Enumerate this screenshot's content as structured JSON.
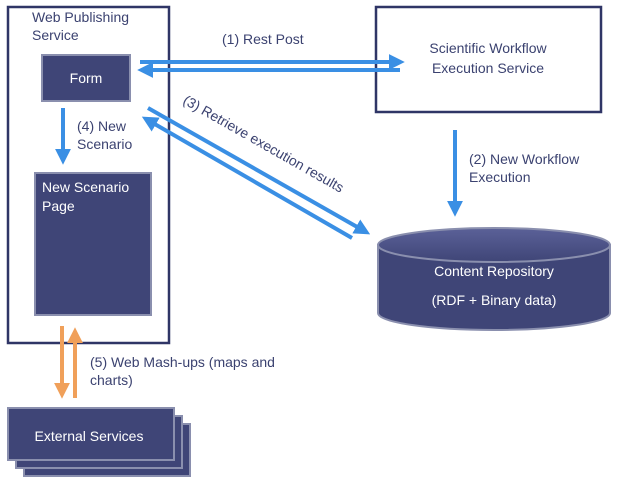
{
  "nodes": {
    "web_publishing_service": {
      "line1": "Web Publishing",
      "line2": "Service"
    },
    "form": {
      "label": "Form"
    },
    "new_scenario_page": {
      "line1": "New Scenario",
      "line2": "Page"
    },
    "scientific_workflow": {
      "line1": "Scientific Workflow",
      "line2": "Execution Service"
    },
    "content_repository": {
      "line1": "Content Repository",
      "line2": "(RDF + Binary data)"
    },
    "external_services": {
      "label": "External Services"
    }
  },
  "edges": {
    "rest_post": {
      "label": "(1) Rest Post"
    },
    "new_workflow_execution": {
      "line1": "(2) New Workflow",
      "line2": "Execution"
    },
    "retrieve_results": {
      "label": "(3) Retrieve execution results"
    },
    "new_scenario": {
      "line1": "(4) New",
      "line2": "Scenario"
    },
    "web_mashups": {
      "line1": "(5) Web Mash-ups (maps and",
      "line2": "charts)"
    }
  },
  "colors": {
    "box_fill": "#3f4577",
    "box_border": "#8a8fae",
    "outline": "#2f3566",
    "arrow_blue": "#3a8fe4",
    "arrow_orange": "#f0a05a",
    "text_dark": "#3b4270",
    "text_light": "#ffffff"
  }
}
